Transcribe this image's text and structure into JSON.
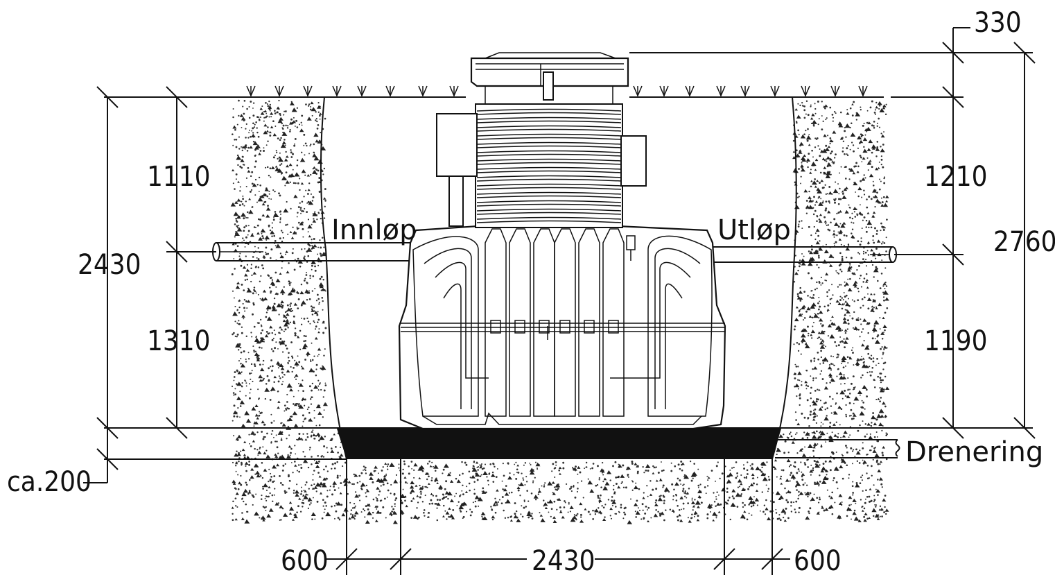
{
  "drawing": {
    "labels": {
      "inlet": "Innløp",
      "outlet": "Utløp",
      "drainage": "Drenering"
    },
    "dimensions": {
      "top_offset": "330",
      "left_upper": "1110",
      "left_lower": "1310",
      "left_total": "2430",
      "bedding": "ca.200",
      "right_upper": "1210",
      "right_lower": "1190",
      "right_total": "2760",
      "bottom_left": "600",
      "bottom_middle": "2430",
      "bottom_right": "600"
    }
  }
}
